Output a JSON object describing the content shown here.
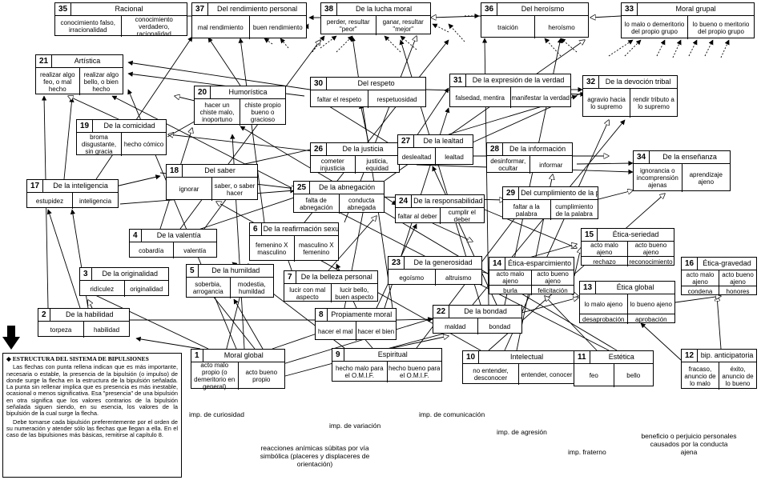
{
  "diagram": {
    "nodes": [
      {
        "id": "35",
        "title": "Racional",
        "cells": [
          "conocimiento falso, irracionalidad",
          "conocimiento verdadero, racionalidad"
        ]
      },
      {
        "id": "37",
        "title": "Del rendimiento personal",
        "cells": [
          "mal rendimiento",
          "buen rendimiento"
        ]
      },
      {
        "id": "38",
        "title": "De la lucha moral",
        "cells": [
          "perder, resultar \"peor\"",
          "ganar, resultar \"mejor\""
        ]
      },
      {
        "id": "36",
        "title": "Del heroísmo",
        "cells": [
          "traición",
          "heroísmo"
        ]
      },
      {
        "id": "33",
        "title": "Moral grupal",
        "cells": [
          "lo malo o demeritorio del propio grupo",
          "lo bueno o meritorio del propio grupo"
        ]
      },
      {
        "id": "21",
        "title": "Artística",
        "cells": [
          "realizar algo feo, o mal hecho",
          "realizar algo bello, o bien hecho"
        ]
      },
      {
        "id": "30",
        "title": "Del respeto",
        "cells": [
          "faltar el respeto",
          "respetuosidad"
        ]
      },
      {
        "id": "31",
        "title": "De la expresión de la verdad",
        "cells": [
          "falsedad, mentira",
          "manifestar la verdad"
        ]
      },
      {
        "id": "32",
        "title": "De la devoción tribal",
        "cells": [
          "agravio hacia lo supremo",
          "rendir tributo a lo supremo"
        ]
      },
      {
        "id": "20",
        "title": "Humorística",
        "cells": [
          "hacer un chiste malo, inoportuno",
          "chiste propio bueno o gracioso"
        ]
      },
      {
        "id": "19",
        "title": "De la comicidad",
        "cells": [
          "broma disgustante, sin gracia",
          "hecho cómico"
        ]
      },
      {
        "id": "26",
        "title": "De la justicia",
        "cells": [
          "cometer injusticia",
          "justicia, equidad"
        ]
      },
      {
        "id": "27",
        "title": "De la lealtad",
        "cells": [
          "deslealtad",
          "lealtad"
        ]
      },
      {
        "id": "28",
        "title": "De la información",
        "cells": [
          "desinformar, ocultar",
          "informar"
        ]
      },
      {
        "id": "34",
        "title": "De la enseñanza",
        "cells": [
          "ignorancia o incomprensión ajenas",
          "aprendizaje ajeno"
        ]
      },
      {
        "id": "17",
        "title": "De la inteligencia",
        "cells": [
          "estupidez",
          "inteligencia"
        ]
      },
      {
        "id": "18",
        "title": "Del saber",
        "cells": [
          "ignorar",
          "saber, o saber hacer"
        ]
      },
      {
        "id": "25",
        "title": "De la abnegación",
        "cells": [
          "falta de abnegación",
          "conducta abnegada"
        ]
      },
      {
        "id": "24",
        "title": "De la responsabilidad social",
        "cells": [
          "faltar al deber",
          "cumplir el deber"
        ]
      },
      {
        "id": "29",
        "title": "Del cumplimiento de la palabra",
        "cells": [
          "faltar a la palabra",
          "cumplimiento de la palabra"
        ]
      },
      {
        "id": "4",
        "title": "De la valentía",
        "cells": [
          "cobardía",
          "valentía"
        ]
      },
      {
        "id": "6",
        "title": "De la reafirmación sexual",
        "cells": [
          "femenino X masculino",
          "masculino X femenino"
        ]
      },
      {
        "id": "15",
        "title": "Ética-seriedad",
        "cells": [
          "acto malo ajeno",
          "acto bueno ajeno"
        ],
        "extra": [
          "rechazo",
          "reconocimiento"
        ]
      },
      {
        "id": "16",
        "title": "Ética-gravedad",
        "cells": [
          "acto malo ajeno",
          "acto bueno ajeno"
        ],
        "extra": [
          "condena",
          "honores"
        ]
      },
      {
        "id": "3",
        "title": "De la originalidad",
        "cells": [
          "ridículez",
          "originalidad"
        ]
      },
      {
        "id": "5",
        "title": "De la humildad",
        "cells": [
          "soberbia, arrogancia",
          "modestia, humildad"
        ]
      },
      {
        "id": "7",
        "title": "De la belleza personal",
        "cells": [
          "lucir con mal aspecto",
          "lucir bello, buen aspecto"
        ]
      },
      {
        "id": "23",
        "title": "De la generosidad",
        "cells": [
          "egoísmo",
          "altruismo"
        ]
      },
      {
        "id": "14",
        "title": "Ética-esparcimiento",
        "cells": [
          "acto malo ajeno",
          "acto bueno ajeno"
        ],
        "extra": [
          "burla",
          "felicitación"
        ]
      },
      {
        "id": "13",
        "title": "Ética global",
        "cells": [
          "lo malo ajeno",
          "lo bueno ajeno"
        ],
        "extra": [
          "desaprobación",
          "aprobación"
        ]
      },
      {
        "id": "2",
        "title": "De la habilidad",
        "cells": [
          "torpeza",
          "habilidad"
        ]
      },
      {
        "id": "8",
        "title": "Propiamente moral",
        "cells": [
          "hacer el mal",
          "hacer el bien"
        ]
      },
      {
        "id": "22",
        "title": "De la bondad",
        "cells": [
          "maldad",
          "bondad"
        ]
      },
      {
        "id": "1",
        "title": "Moral global",
        "cells": [
          "acto malo propio (o demeritorio en general)",
          "acto bueno propio"
        ]
      },
      {
        "id": "9",
        "title": "Espiritual",
        "cells": [
          "hecho malo para el O.M.I.F.",
          "hecho bueno para el O.M.I.F."
        ]
      },
      {
        "id": "10",
        "title": "Intelectual",
        "cells": [
          "no entender, desconocer",
          "entender, conocer"
        ]
      },
      {
        "id": "11",
        "title": "Estética",
        "cells": [
          "feo",
          "bello"
        ]
      },
      {
        "id": "12",
        "title": "bip. anticipatoria",
        "cells": [
          "fracaso, anuncio de lo malo",
          "éxito, anuncio de lo bueno"
        ]
      }
    ],
    "impulses": [
      "imp. de curiosidad",
      "imp. de variación",
      "reacciones anímicas súbitas por vía simbólica (placeres y displaceres de orientación)",
      "imp. de comunicación",
      "imp. de agresión",
      "imp. fraterno",
      "beneficio o perjuicio personales causados por la conducta ajena"
    ]
  },
  "legend": {
    "title": "◆ ESTRUCTURA DEL SISTEMA DE BIPULSIONES",
    "paragraphs": [
      "Las flechas con punta rellena indican que es más importante, necesaria o estable, la presencia de la bipulsión (o impulso) de donde surge la flecha en la estructura de la bipulsión señalada. La punta sin rellenar implica que es presencia es más inestable, ocasional o menos significativa. Esa \"presencia\" de una bipulsión en otra significa que los valores contrarios de la bipulsión señalada siguen siendo, en su esencia, los valores de la bipulsión de la cual surge la flecha.",
      "Debe tomarse cada bipulsión preferentemente por el orden de su numeración y atender sólo las flechas que llegan a ella. En el caso de las bipulsiones más básicas, remitirse al capítulo 8."
    ]
  }
}
